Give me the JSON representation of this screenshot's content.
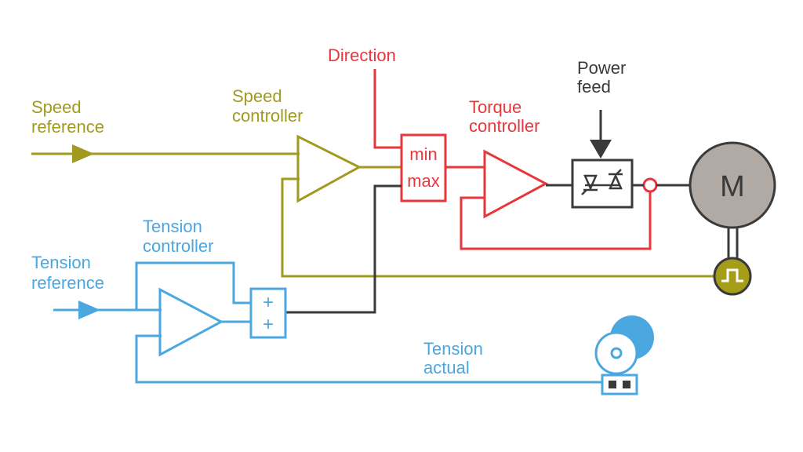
{
  "colors": {
    "speed": "#a29a1e",
    "tension": "#4ba7e0",
    "torque": "#e8363a",
    "signal": "#3a3a3a",
    "motor_fill": "#b1aaa4",
    "encoder_fill": "#a59d18"
  },
  "labels": {
    "speed_reference": [
      "Speed",
      "reference"
    ],
    "speed_controller": [
      "Speed",
      "controller"
    ],
    "direction": "Direction",
    "torque_controller": [
      "Torque",
      "controller"
    ],
    "power_feed": [
      "Power",
      "feed"
    ],
    "tension_reference": [
      "Tension",
      "reference"
    ],
    "tension_controller": [
      "Tension",
      "controller"
    ],
    "tension_actual": [
      "Tension",
      "actual"
    ],
    "minmax": [
      "min",
      "max"
    ],
    "summer": [
      "+",
      "+"
    ],
    "motor": "M"
  },
  "icons": {
    "rectifier": "thyristor-bridge-icon",
    "encoder": "pulse-encoder-icon",
    "reel": "winding-reel-icon",
    "tension_sensor": "load-cell-icon"
  }
}
